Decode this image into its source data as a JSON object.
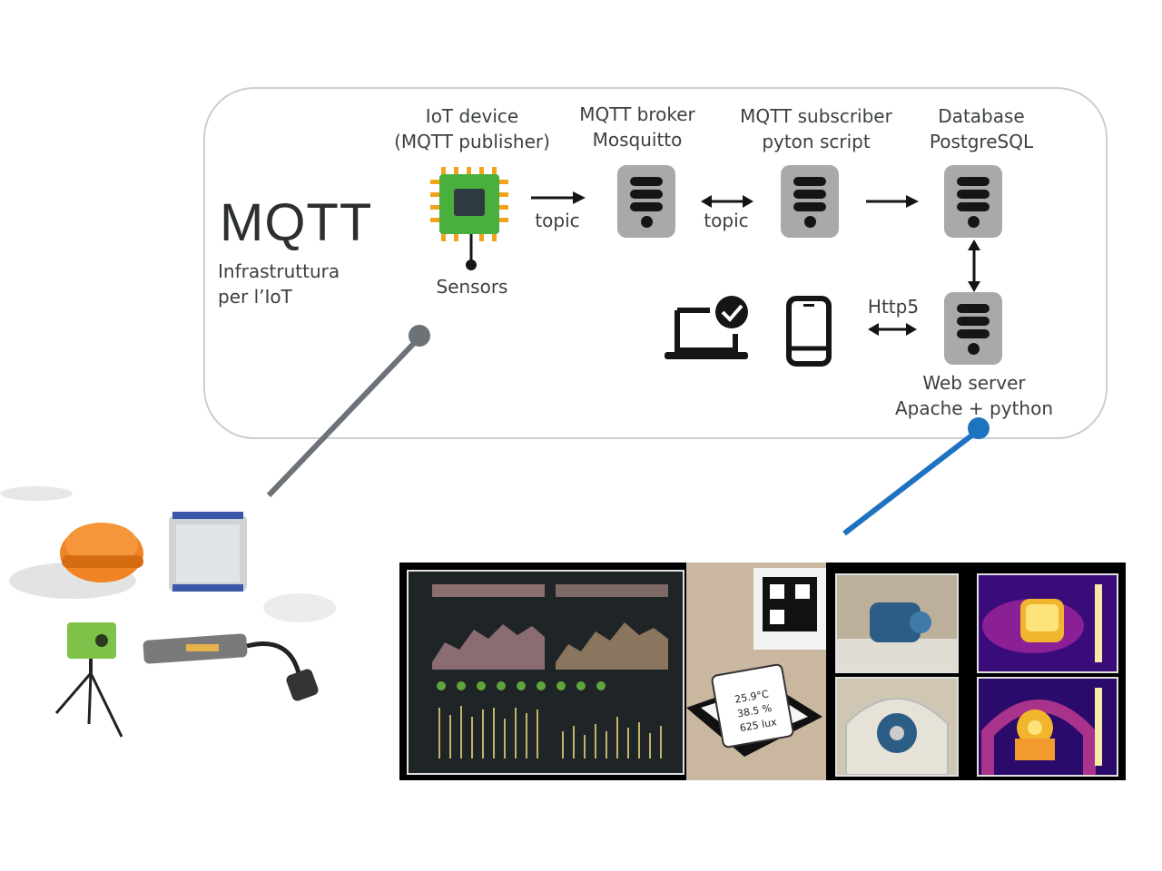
{
  "diagram": {
    "title": "MQTT",
    "subtitle_line1": "Infrastruttura",
    "subtitle_line2": "per l’IoT",
    "nodes": {
      "iot_device": {
        "line1": "IoT device",
        "line2": "(MQTT publisher)"
      },
      "sensors": "Sensors",
      "broker": {
        "line1": "MQTT broker",
        "line2": "Mosquitto"
      },
      "subscriber": {
        "line1": "MQTT subscriber",
        "line2": "pyton script"
      },
      "database": {
        "line1": "Database",
        "line2": "PostgreSQL"
      },
      "web_server": {
        "line1": "Web server",
        "line2": "Apache + python"
      }
    },
    "edges": {
      "device_to_broker": "topic",
      "broker_to_subscriber": "topic",
      "web_to_clients": "Http5"
    },
    "overlay": {
      "temperature": "25.9°C",
      "humidity": "38.5 %",
      "light": "625 lux"
    },
    "colors": {
      "left_connector": "#6c7278",
      "right_connector": "#1e73c0",
      "chip_green": "#49b03d",
      "chip_pin": "#f2a31b",
      "server_gray": "#a7a9ab"
    }
  }
}
